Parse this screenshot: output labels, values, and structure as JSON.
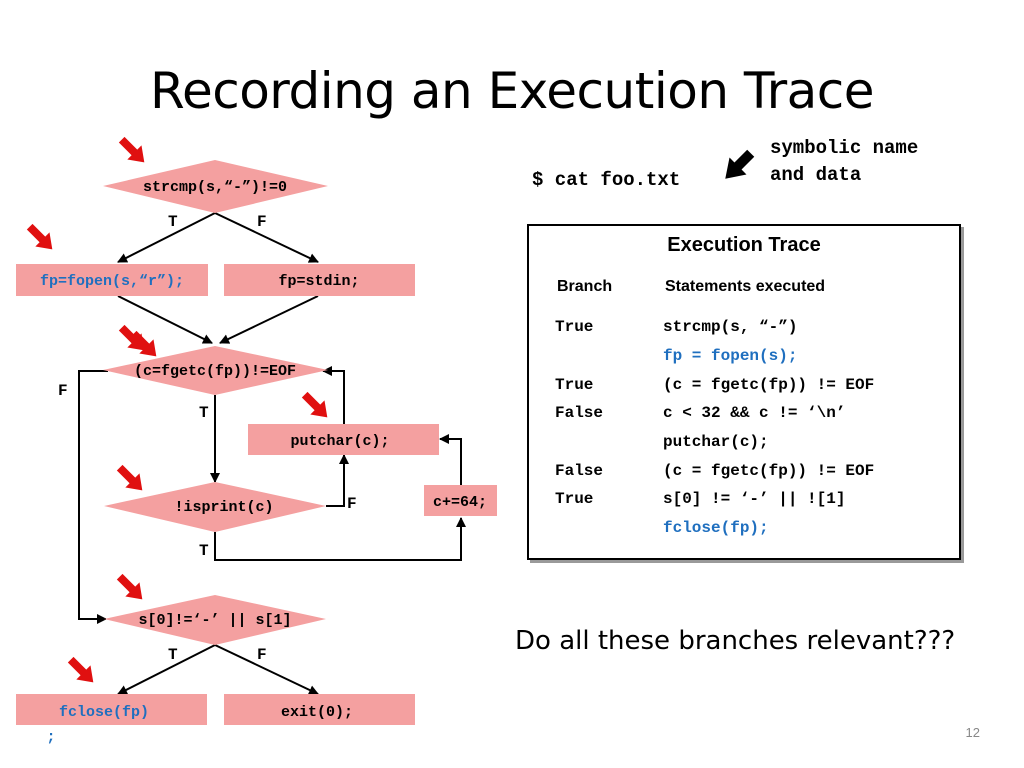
{
  "title": "Recording an Execution Trace",
  "command": "$ cat foo.txt",
  "annotation": [
    "symbolic name",
    "and data"
  ],
  "flowchart": {
    "n_strcmp": "strcmp(s,“-”)!=0",
    "n_fopen": "fp=fopen(s,“r”);",
    "n_stdin": "fp=stdin;",
    "n_fgetc": "(c=fgetc(fp))!=EOF",
    "n_putchar": "putchar(c);",
    "n_isprint": "!isprint(c)",
    "n_cadd": "c+=64;",
    "n_s0": "s[0]!=‘-’ || s[1]",
    "n_fclose_1": "fclose(fp)",
    "n_fclose_2": ";",
    "n_exit": "exit(0);",
    "label_t": "T",
    "label_f": "F"
  },
  "trace": {
    "title": "Execution Trace",
    "col_branch": "Branch",
    "col_statements": "Statements executed",
    "rows": [
      {
        "branch": "True",
        "statement": "strcmp(s, “-”)",
        "highlight": false
      },
      {
        "branch": "",
        "statement": "fp = fopen(s);",
        "highlight": true
      },
      {
        "branch": "True",
        "statement": "(c = fgetc(fp)) != EOF",
        "highlight": false
      },
      {
        "branch": "False",
        "statement": "c < 32 && c != ‘\\n’",
        "highlight": false
      },
      {
        "branch": "",
        "statement": "putchar(c);",
        "highlight": false
      },
      {
        "branch": "False",
        "statement": "(c = fgetc(fp)) != EOF",
        "highlight": false
      },
      {
        "branch": "True",
        "statement": "s[0] != ‘-’ || ![1]",
        "highlight": false
      },
      {
        "branch": "",
        "statement": "fclose(fp);",
        "highlight": true
      }
    ]
  },
  "question": "Do all these branches relevant???",
  "page_number": "12",
  "colors": {
    "node_fill": "#f4a0a0",
    "highlight_text": "#1f6fbf",
    "arrow_red": "#e01010"
  }
}
